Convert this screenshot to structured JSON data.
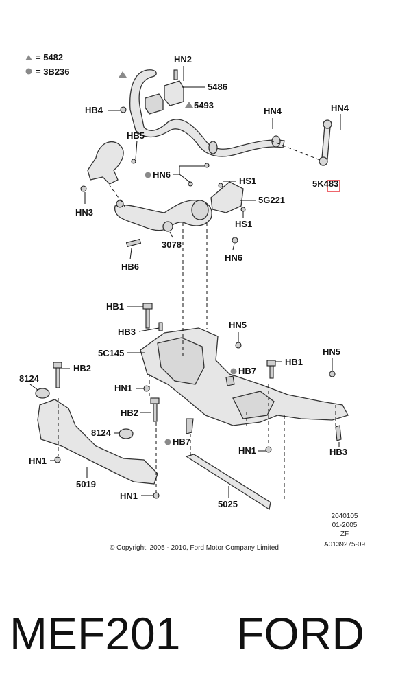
{
  "legend": {
    "triangle_label": "= 5482",
    "circle_label": "= 3B236"
  },
  "labels": {
    "hn2": "HN2",
    "p5486": "5486",
    "p5493": "5493",
    "hb4": "HB4",
    "hn4_a": "HN4",
    "hn4_b": "HN4",
    "hb5": "HB5",
    "hn6_a": "HN6",
    "hs1_a": "HS1",
    "p5k483": "5K483",
    "p5g221": "5G221",
    "hs1_b": "HS1",
    "hn3": "HN3",
    "p3078": "3078",
    "hb6": "HB6",
    "hn6_b": "HN6",
    "hb1_a": "HB1",
    "hn5_a": "HN5",
    "hb3_a": "HB3",
    "p5c145": "5C145",
    "hb7_a": "HB7",
    "hb1_b": "HB1",
    "hn5_b": "HN5",
    "p8124_a": "8124",
    "hb2_a": "HB2",
    "hn1_a": "HN1",
    "hb2_b": "HB2",
    "p8124_b": "8124",
    "hb7_b": "HB7",
    "hn1_b": "HN1",
    "hb3_b": "HB3",
    "hn1_c": "HN1",
    "p5019": "5019",
    "hn1_d": "HN1",
    "p5025": "5025"
  },
  "meta": {
    "code1": "2040105",
    "date": "01-2005",
    "zf": "ZF",
    "ref": "A0139275-09",
    "copyright": "© Copyright, 2005 - 2010, Ford Motor Company Limited"
  },
  "footer": {
    "part_number": "MEF201",
    "brand": "FORD"
  },
  "colors": {
    "highlight_box": "#e8343c",
    "legend_marker": "#8a8a8a"
  }
}
